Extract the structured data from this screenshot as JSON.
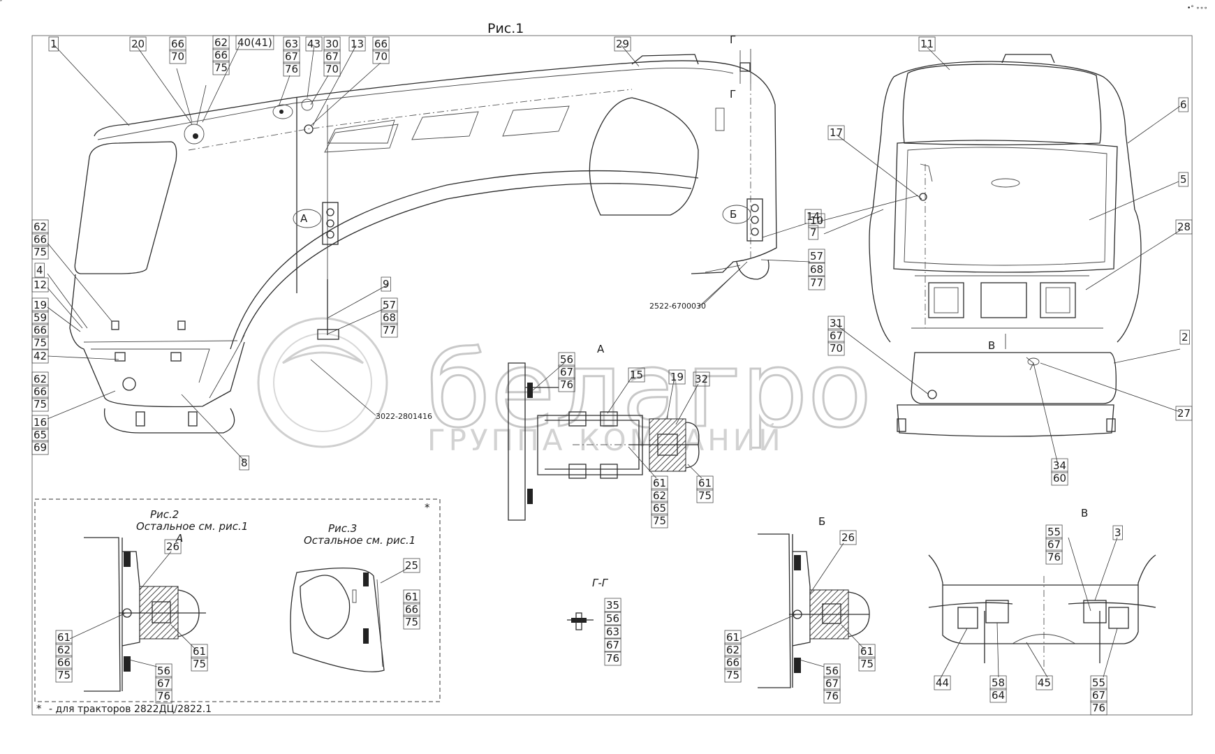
{
  "figure": {
    "title": "Рис.1",
    "corner_mark": "•° ∘∘∘"
  },
  "watermark": {
    "brand": "белагро",
    "tagline": "ГРУППА КОМПАНИЙ"
  },
  "views": {
    "fig2_title": "Рис.2",
    "fig2_note": "Остальное см. рис.1",
    "fig2_view": "А",
    "fig3_title": "Рис.3",
    "fig3_note": "Остальное см. рис.1",
    "view_a": "А",
    "view_b": "Б",
    "view_v": "В",
    "section_gg": "Г-Г",
    "mark_g1": "Г",
    "mark_g2": "Г",
    "mark_a": "А",
    "mark_b": "Б",
    "mark_v": "В",
    "asterisk": "*"
  },
  "footnote": "- для тракторов 2822ДЦ/2822.1",
  "part_codes": {
    "code1": "2522-6700030",
    "code2": "3022-2801416"
  },
  "callouts": [
    "1",
    "20",
    "66",
    "70",
    "62",
    "66",
    "75",
    "40(41)",
    "63",
    "67",
    "76",
    "43",
    "30",
    "67",
    "70",
    "13",
    "66",
    "70",
    "29",
    "11",
    "6",
    "17",
    "14",
    "7",
    "5",
    "28",
    "10",
    "57",
    "68",
    "77",
    "62",
    "66",
    "75",
    "4",
    "12",
    "19",
    "59",
    "66",
    "75",
    "42",
    "9",
    "57",
    "68",
    "77",
    "62",
    "66",
    "75",
    "16",
    "65",
    "69",
    "8",
    "31",
    "67",
    "70",
    "2",
    "27",
    "34",
    "60",
    "56",
    "67",
    "76",
    "15",
    "19",
    "32",
    "61",
    "62",
    "65",
    "75",
    "61",
    "75",
    "26",
    "61",
    "62",
    "66",
    "75",
    "61",
    "75",
    "56",
    "67",
    "76",
    "25",
    "61",
    "66",
    "75",
    "35",
    "56",
    "63",
    "67",
    "76",
    "26",
    "61",
    "62",
    "66",
    "75",
    "61",
    "75",
    "56",
    "67",
    "76",
    "55",
    "67",
    "76",
    "3",
    "44",
    "58",
    "64",
    "45",
    "55",
    "67",
    "76"
  ]
}
